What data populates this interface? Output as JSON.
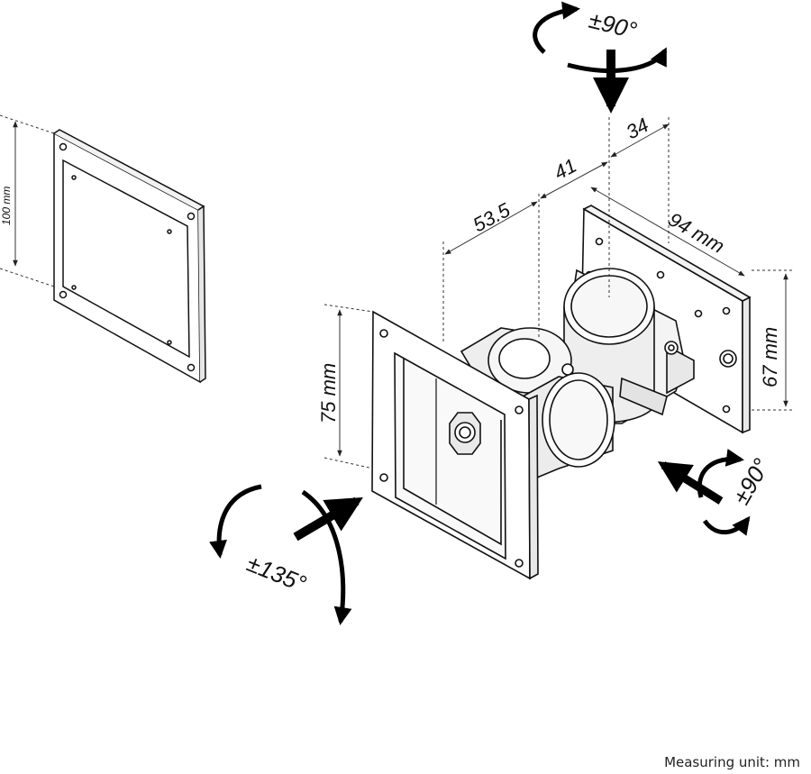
{
  "labels": {
    "rot_top": "±90°",
    "rot_right": "±90°",
    "rot_left": "±135°",
    "dim_34": "34",
    "dim_41": "41",
    "dim_53": "53.5",
    "dim_94": "94 mm",
    "dim_67": "67 mm",
    "dim_75": "75 mm",
    "dim_100": "100 mm"
  },
  "footer": {
    "unit_note": "Measuring unit: mm"
  },
  "colors": {
    "line": "#111111",
    "dim_line": "#333333"
  }
}
